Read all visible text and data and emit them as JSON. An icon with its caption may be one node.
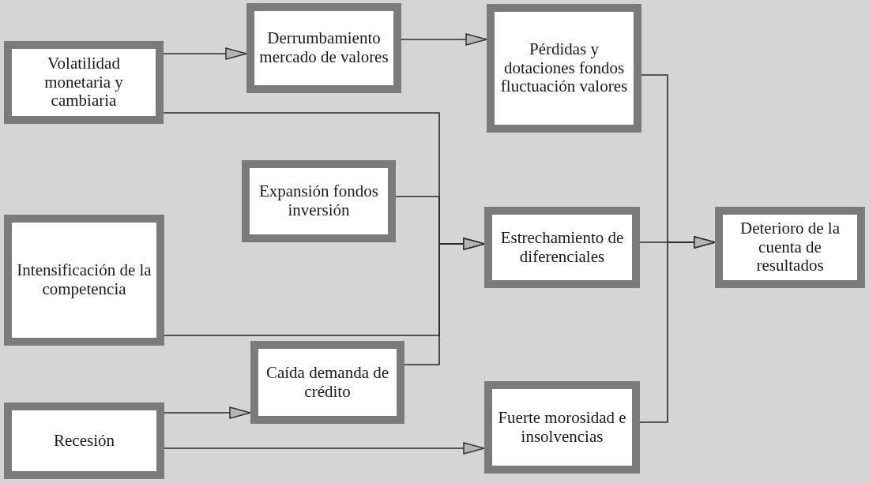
{
  "diagram": {
    "nodes": [
      {
        "text": [
          "Volatilidad monetaria y cambiaria"
        ]
      },
      {
        "text": [
          "Derrumbamiento mercado de valores"
        ]
      },
      {
        "text": [
          "Pérdidas y dotaciones fondos fluctuación valores"
        ]
      },
      {
        "text": [
          "Expansión fondos inversión"
        ]
      },
      {
        "text": [
          "Intensificación de la competencia"
        ]
      },
      {
        "text": [
          "Estrechamiento de diferenciales"
        ]
      },
      {
        "text": [
          "Deterioro de la cuenta de resultados"
        ]
      },
      {
        "text": [
          "Caída demanda de crédito"
        ]
      },
      {
        "text": [
          "Recesión"
        ]
      },
      {
        "text": [
          "Fuerte morosidad e insolvencias"
        ]
      }
    ],
    "edges": [
      {
        "from": 0,
        "to": 1,
        "arrow": "to"
      },
      {
        "from": 1,
        "to": 2,
        "arrow": "to"
      },
      {
        "from": 0,
        "to": 5,
        "arrow": "to"
      },
      {
        "from": 3,
        "to": 5,
        "arrow": "to"
      },
      {
        "from": 4,
        "to": 5,
        "arrow": "to"
      },
      {
        "from": 7,
        "to": 5,
        "arrow": "to"
      },
      {
        "from": 8,
        "to": 7,
        "arrow": "to"
      },
      {
        "from": 8,
        "to": 9,
        "arrow": "to"
      },
      {
        "from": 2,
        "to": 6,
        "arrow": "to"
      },
      {
        "from": 5,
        "to": 6,
        "arrow": "to"
      },
      {
        "from": 9,
        "to": 6,
        "arrow": "to"
      }
    ]
  }
}
